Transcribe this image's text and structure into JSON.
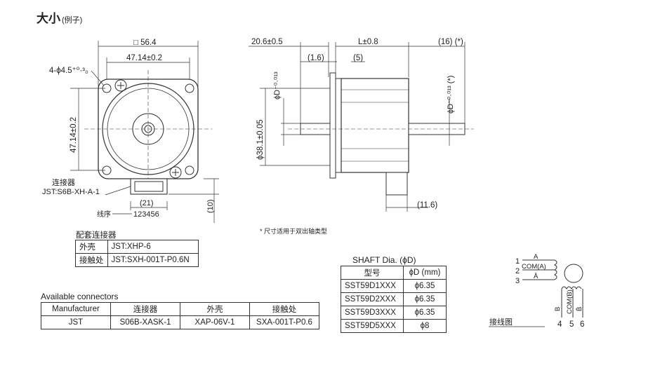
{
  "page": {
    "title": "大小",
    "subtitle": "(例子)",
    "note": "* 尺寸适用于双出轴类型"
  },
  "front_view": {
    "square": "□ 56.4",
    "hole_pitch_h": "47.14±0.2",
    "hole_pitch_v": "47.14±0.2",
    "holes": "4-ϕ4.5⁺⁰·³₀",
    "connector_label": "连接器",
    "connector_part": "JST:S6B-XH-A-1",
    "dim_21": "(21)",
    "dim_10": "(10)",
    "wire_order_label": "线序",
    "wire_order": "123456"
  },
  "side_view": {
    "d_front": "20.6±0.5",
    "d_1_6": "(1.6)",
    "d_5": "(5)",
    "d_L": "L±0.8",
    "d_16": "(16) (*)",
    "d_11_6": "(11.6)",
    "phi_d_left": "ϕD⁻⁰·⁰¹³",
    "phi_d_right": "ϕD⁻⁰·⁰¹³ (*)",
    "pilot": "ϕ38.1±0.05"
  },
  "mating_connector": {
    "caption": "配套连接器",
    "rows": [
      [
        "外壳",
        "JST:XHP-6"
      ],
      [
        "接触处",
        "JST:SXH-001T-P0.6N"
      ]
    ]
  },
  "available_connectors": {
    "caption": "Available connectors",
    "headers": [
      "Manufacturer",
      "连接器",
      "外壳",
      "接触处"
    ],
    "rows": [
      [
        "JST",
        "S06B-XASK-1",
        "XAP-06V-1",
        "SXA-001T-P0.6"
      ]
    ]
  },
  "shaft_dia": {
    "caption": "SHAFT Dia.  (ϕD)",
    "headers": [
      "型号",
      "ϕD (mm)"
    ],
    "rows": [
      [
        "SST59D1XXX",
        "ϕ6.35"
      ],
      [
        "SST59D2XXX",
        "ϕ6.35"
      ],
      [
        "SST59D3XXX",
        "ϕ6.35"
      ],
      [
        "SST59D5XXX",
        "ϕ8"
      ]
    ]
  },
  "wiring": {
    "caption": "接线图",
    "pins_left": [
      "1",
      "2",
      "3"
    ],
    "pins_bottom": [
      "4",
      "5",
      "6"
    ],
    "labels": [
      "A",
      "COM(A)",
      "Ā",
      "B",
      "COM(B)",
      "B̄"
    ]
  },
  "colors": {
    "line": "#333333",
    "fill": "#f2f2f2"
  }
}
